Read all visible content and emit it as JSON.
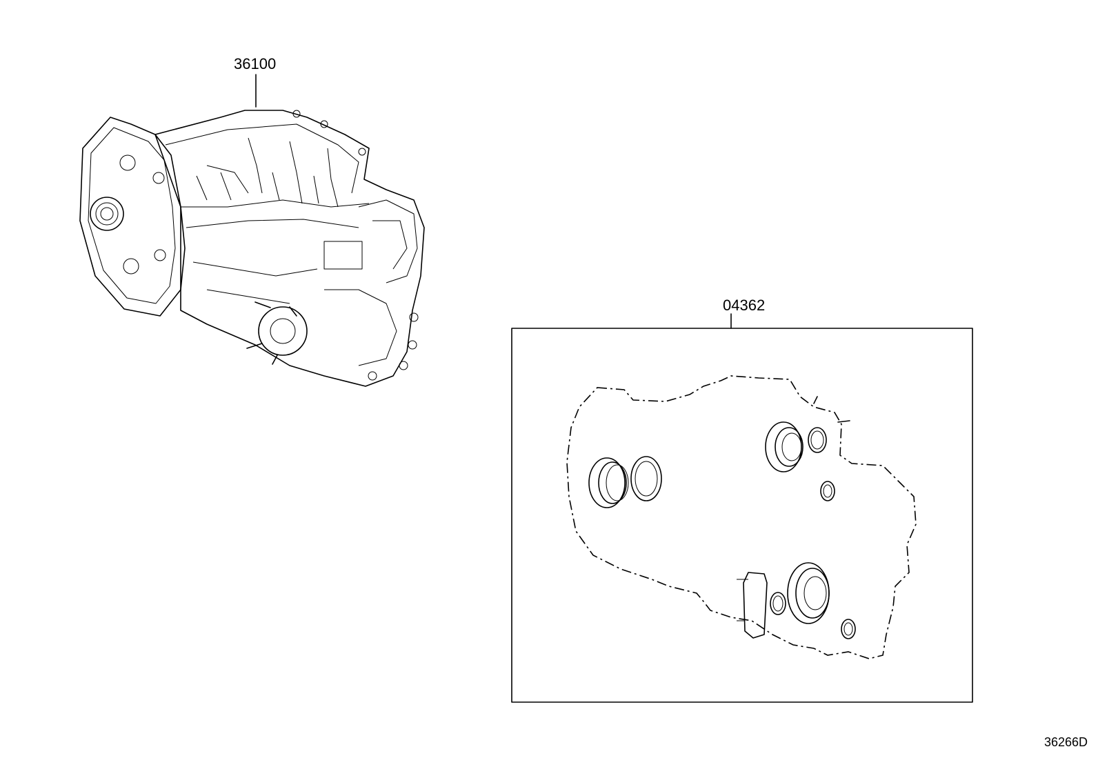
{
  "parts": [
    {
      "number": "36100"
    },
    {
      "number": "04362"
    }
  ],
  "figure_code": "36266D",
  "colors": {
    "line": "#000000",
    "background": "#ffffff"
  }
}
